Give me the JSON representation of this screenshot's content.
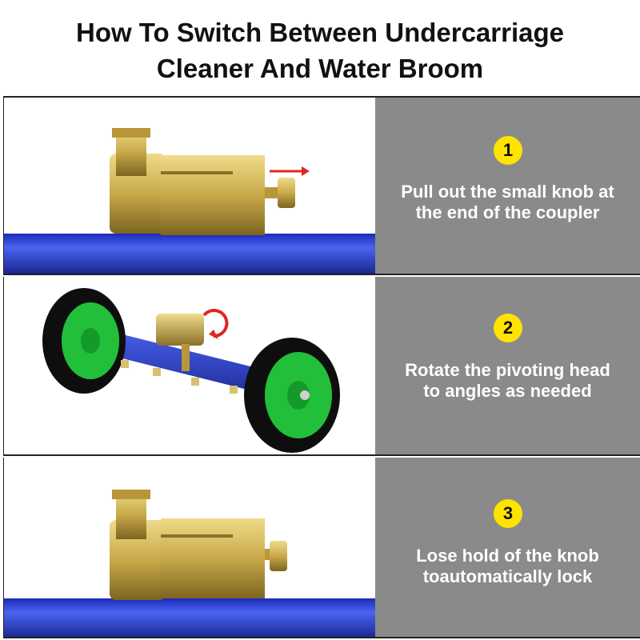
{
  "title": {
    "line1": "How To Switch Between Undercarriage",
    "line2": "Cleaner And Water Broom"
  },
  "colors": {
    "panel": "#8a8a8a",
    "badge": "#ffe400",
    "brass": "#c9a94a",
    "pipe": "#2a3fd6",
    "wheel_hub": "#22c03a",
    "arrow": "#e0261f"
  },
  "steps": [
    {
      "number": "1",
      "line1": "Pull out the small knob at",
      "line2": "the end of the coupler",
      "icon": "brass-coupler-pull-arrow"
    },
    {
      "number": "2",
      "line1": "Rotate the pivoting head",
      "line2": "to angles as needed",
      "icon": "undercarriage-cleaner-rotate-arrow"
    },
    {
      "number": "3",
      "line1": "Lose hold of the knob",
      "line2": "toautomatically lock",
      "icon": "brass-coupler-locked"
    }
  ]
}
